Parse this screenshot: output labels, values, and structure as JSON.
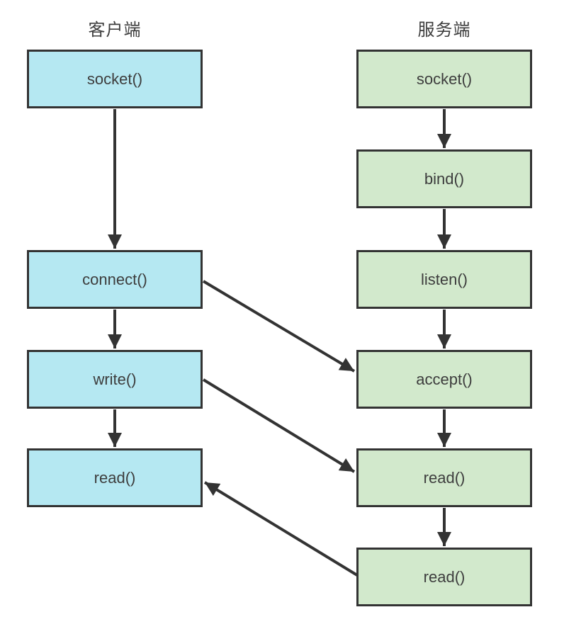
{
  "diagram": {
    "type": "flowchart",
    "subject": "tcp-socket-client-server-flow",
    "columns": [
      {
        "id": "client",
        "title": "客户端",
        "boxes": [
          "socket()",
          "connect()",
          "write()",
          "read()"
        ]
      },
      {
        "id": "server",
        "title": "服务端",
        "boxes": [
          "socket()",
          "bind()",
          "listen()",
          "accept()",
          "read()",
          "read()"
        ]
      }
    ],
    "edges": [
      {
        "from": "client.socket()",
        "to": "client.connect()"
      },
      {
        "from": "client.connect()",
        "to": "client.write()"
      },
      {
        "from": "client.write()",
        "to": "client.read()"
      },
      {
        "from": "server.socket()",
        "to": "server.bind()"
      },
      {
        "from": "server.bind()",
        "to": "server.listen()"
      },
      {
        "from": "server.listen()",
        "to": "server.accept()"
      },
      {
        "from": "server.accept()",
        "to": "server.read()#1"
      },
      {
        "from": "server.read()#1",
        "to": "server.read()#2"
      },
      {
        "from": "client.connect()",
        "to": "server.accept()"
      },
      {
        "from": "client.write()",
        "to": "server.read()#1"
      },
      {
        "from": "server.read()#2",
        "to": "client.read()"
      }
    ],
    "colors": {
      "client_box_fill": "#b5e8f2",
      "server_box_fill": "#d2e9cc",
      "box_border": "#333333",
      "arrow": "#333333",
      "text": "#3d3d3d",
      "background": "#ffffff"
    }
  }
}
